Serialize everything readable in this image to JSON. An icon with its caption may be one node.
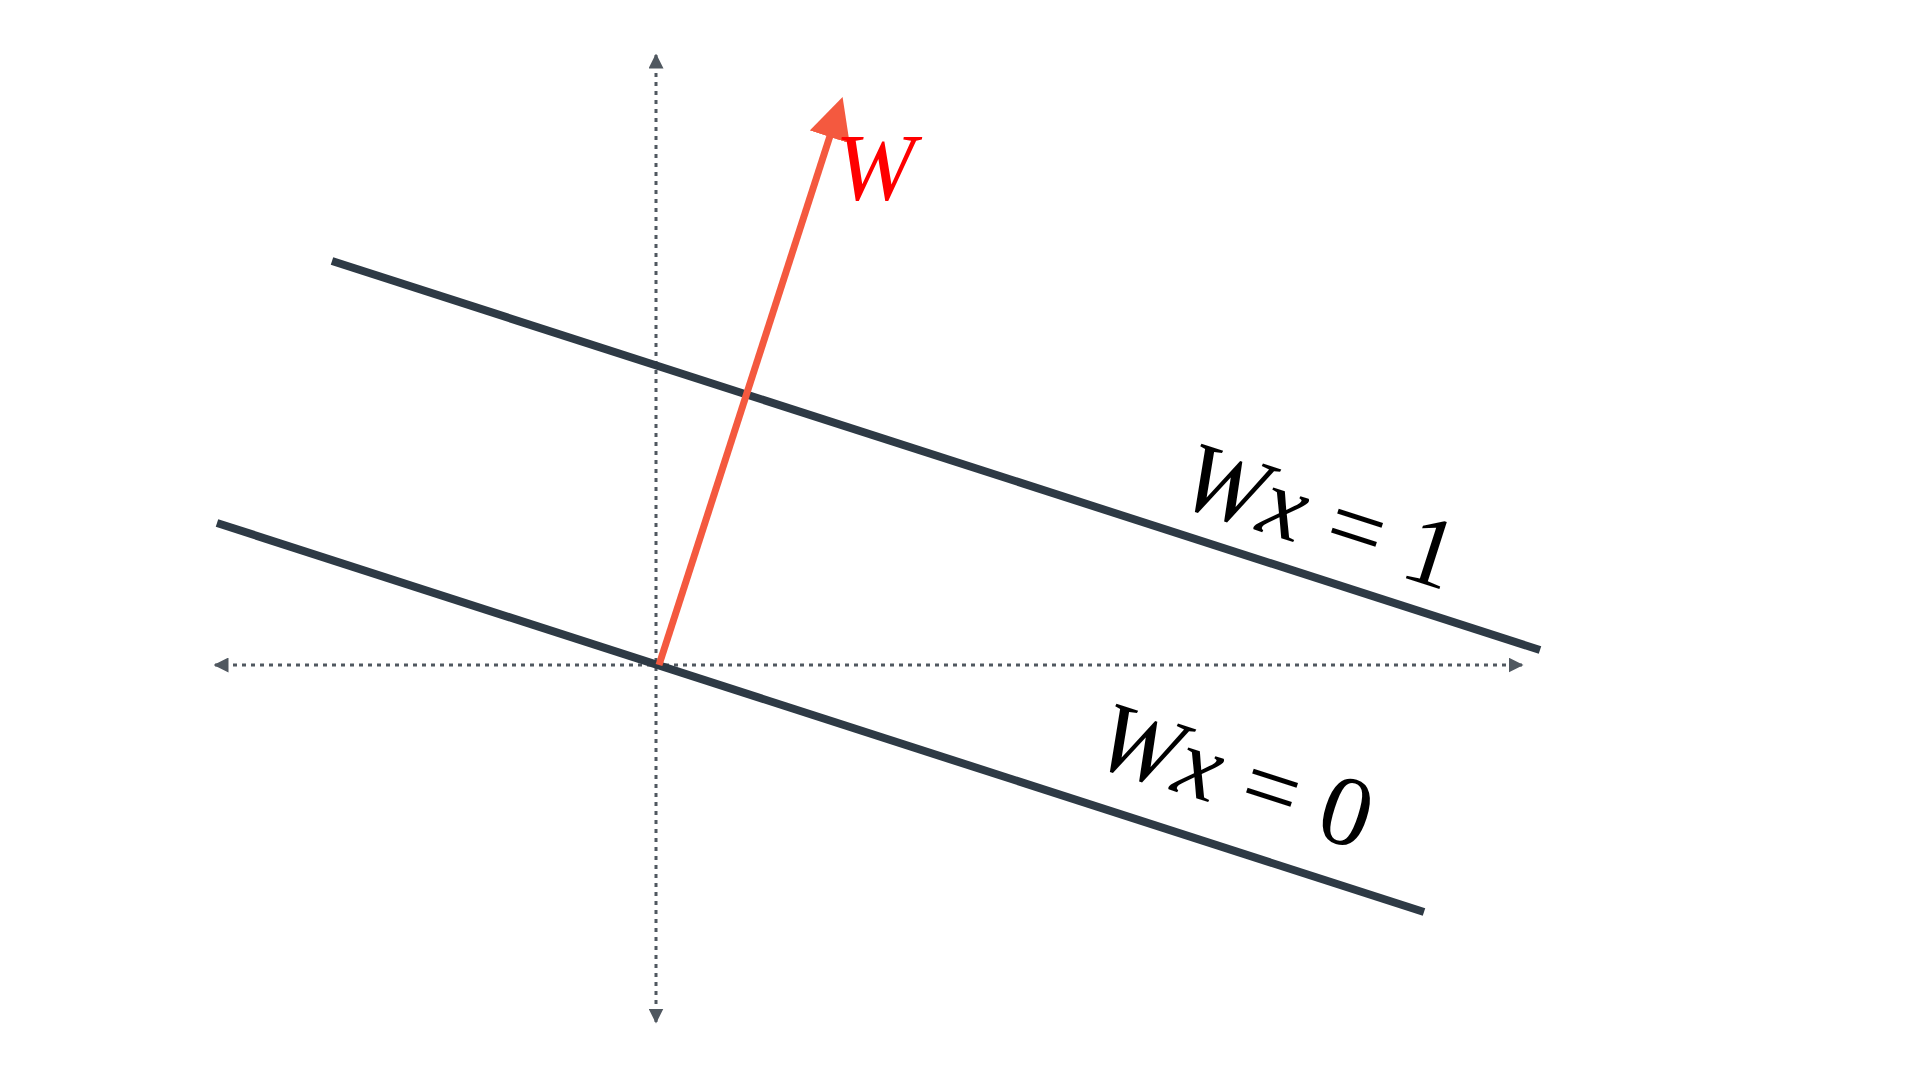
{
  "diagram": {
    "labels": [
      "W",
      "*Wx* = 1",
      "*Wx* = 0"
    ]
  }
}
